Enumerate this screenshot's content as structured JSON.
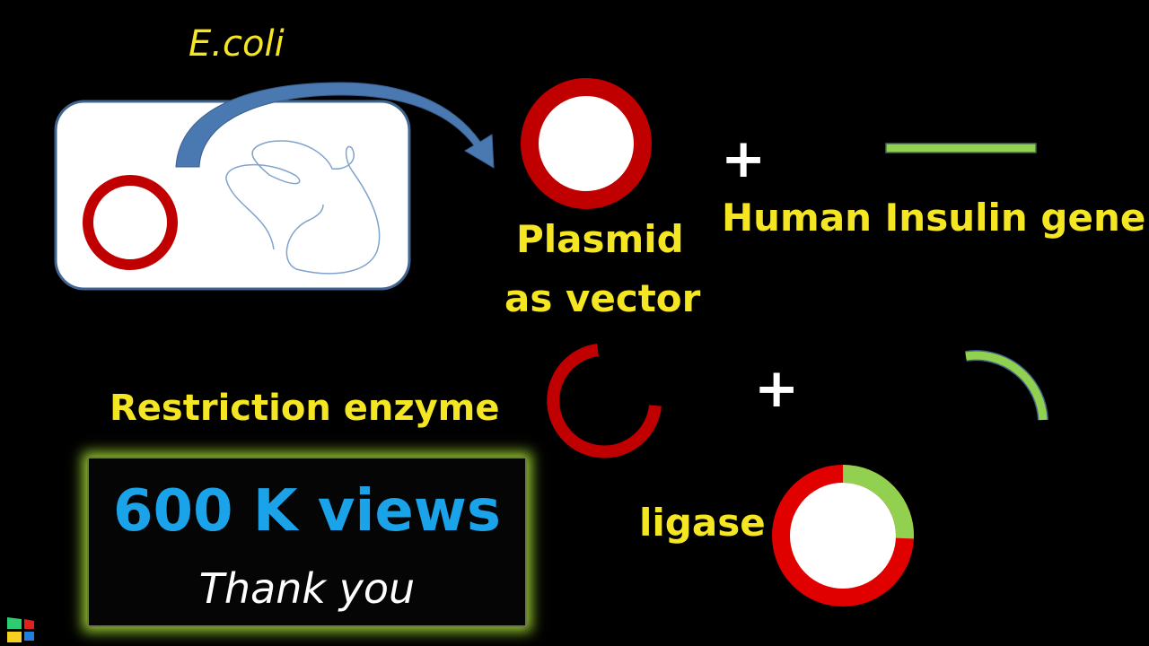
{
  "labels": {
    "organism": "E.coli",
    "plasmid_line1": "Plasmid",
    "plasmid_line2": "as vector",
    "gene": "Human Insulin gene",
    "enzyme": "Restriction enzyme",
    "ligase": "ligase",
    "plus_sign": "+"
  },
  "banner": {
    "views": "600 K views",
    "thanks": "Thank you"
  },
  "colors": {
    "label": "#f5e623",
    "plasmid_red": "#c00000",
    "gene_green": "#92d050",
    "arrow_blue": "#4a78b0",
    "views_blue": "#1aa3e8"
  },
  "icons": [
    "windows-logo-icon"
  ]
}
